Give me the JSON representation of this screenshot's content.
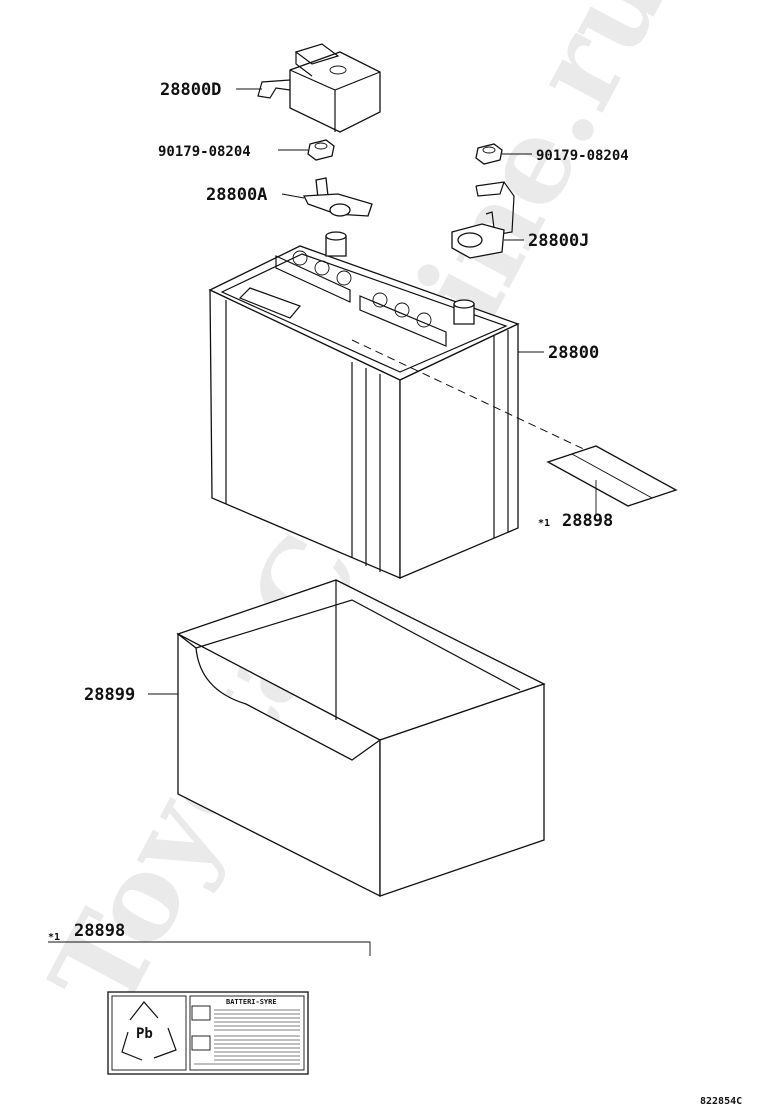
{
  "watermark": "ToyotaCarMine.ru",
  "callouts": {
    "cover": "28800D",
    "nut_left": "90179-08204",
    "nut_right": "90179-08204",
    "terminal_a": "28800A",
    "terminal_j": "28800J",
    "battery": "28800",
    "label_star": "*1",
    "label_part": "28898",
    "tray": "28899"
  },
  "legend": {
    "star": "*1",
    "part": "28898",
    "label_panel_title": "BATTERI-SYRE",
    "recycle_symbol": "Pb"
  },
  "diagram_code": "822854C"
}
